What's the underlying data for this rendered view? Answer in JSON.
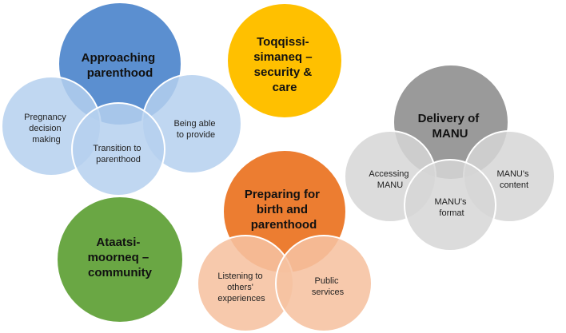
{
  "colors": {
    "blue_main": "#5b8fd0",
    "blue_sub": "#b5d0ee",
    "yellow": "#ffc000",
    "gray_main": "#9a9a9a",
    "gray_sub": "#d6d6d6",
    "orange_main": "#ec7d31",
    "orange_sub": "#f6c2a0",
    "green": "#6aa744"
  },
  "clusters": {
    "approaching": {
      "main": [
        "Approaching",
        "parenthood"
      ],
      "subs": {
        "left": [
          "Pregnancy",
          "decision",
          "making"
        ],
        "center": [
          "Transition to",
          "parenthood"
        ],
        "right": [
          "Being able",
          "to provide"
        ]
      }
    },
    "toqqissi": {
      "main": [
        "Toqqissi-",
        "simaneq –",
        "security &",
        "care"
      ]
    },
    "delivery": {
      "main": [
        "Delivery of",
        "MANU"
      ],
      "subs": {
        "left": [
          "Accessing",
          "MANU"
        ],
        "center": [
          "MANU's",
          "format"
        ],
        "right": [
          "MANU's",
          "content"
        ]
      }
    },
    "preparing": {
      "main": [
        "Preparing for",
        "birth and",
        "parenthood"
      ],
      "subs": {
        "left": [
          "Listening to",
          "others'",
          "experiences"
        ],
        "right": [
          "Public",
          "services"
        ]
      }
    },
    "ataatsi": {
      "main": [
        "Ataatsi-",
        "moorneq –",
        "community"
      ]
    }
  }
}
